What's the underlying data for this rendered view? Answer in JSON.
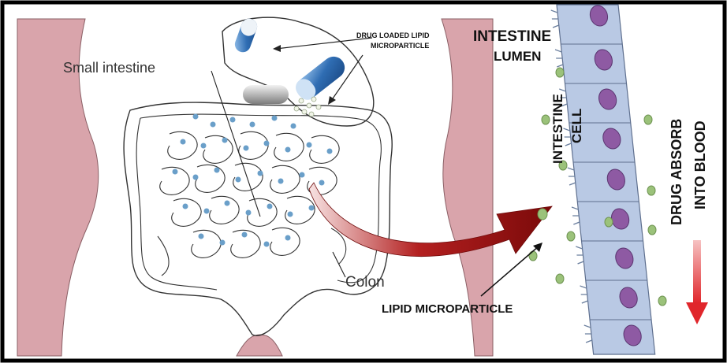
{
  "labels": {
    "small_intestine": "Small intestine",
    "drug_loaded_line1": "DRUG LOADED LIPID",
    "drug_loaded_line2": "MICROPARTICLE",
    "intestine_lumen_line1": "INTESTINE",
    "intestine_lumen_line2": "LUMEN",
    "intestine_cell_line1": "INTESTINE",
    "intestine_cell_line2": "CELL",
    "drug_absorb_line1": "DRUG ABSORB",
    "drug_absorb_line2": "INTO BLOOD",
    "colon": "Colon",
    "lipid_microparticle": "LIPID MICROPARTICLE"
  },
  "colors": {
    "skin": "#d9a4ab",
    "frame": "#000000",
    "cell_fill": "#b9c9e4",
    "nucleus": "#8e5aa3",
    "microparticle": "#9bc27a",
    "dot": "#6a9fc9",
    "curved_arrow": "#8a1010",
    "down_arrow": "#e0262b",
    "capsule_blue": "#3d7bc0"
  }
}
